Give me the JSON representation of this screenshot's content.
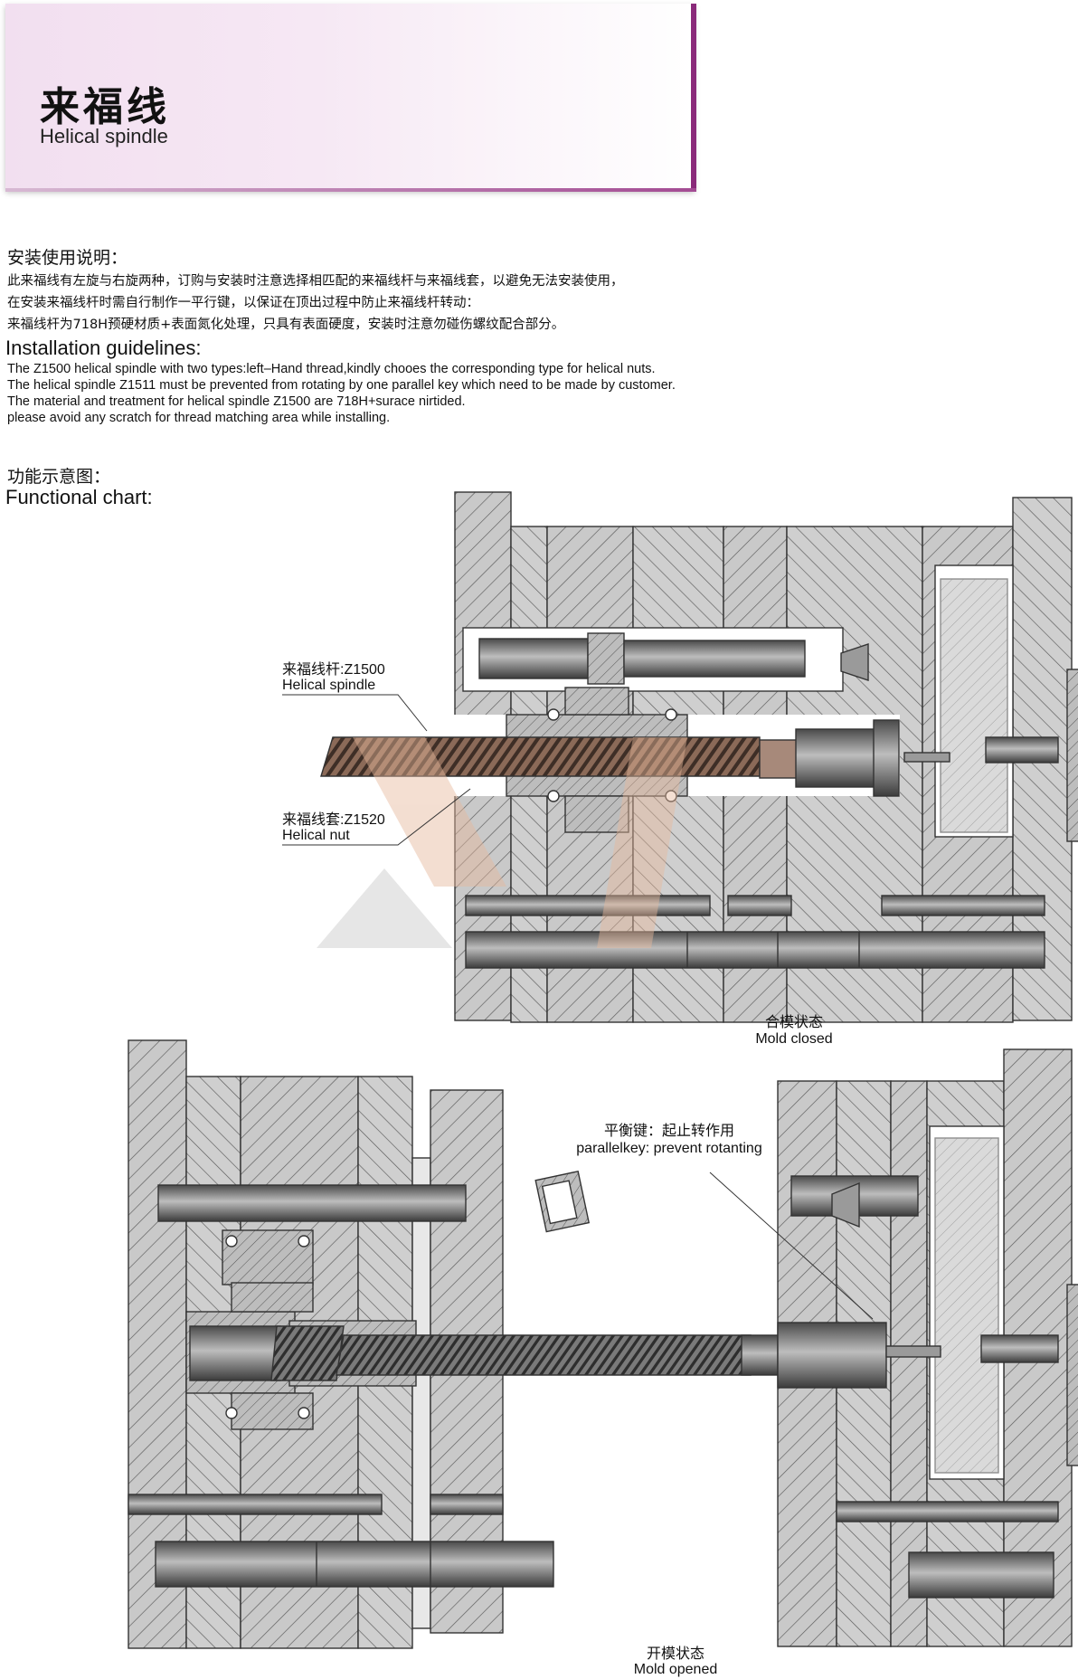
{
  "header": {
    "title_cn": "来福线",
    "title_en": "Helical spindle"
  },
  "install": {
    "heading_cn": "安装使用说明：",
    "lines_cn": [
      "此来福线有左旋与右旋两种，订购与安装时注意选择相匹配的来福线杆与来福线套，以避免无法安装使用，",
      "在安装来福线杆时需自行制作一平行键，以保证在顶出过程中防止来福线杆转动：",
      "来福线杆为718H预硬材质+表面氮化处理，只具有表面硬度，安装时注意勿碰伤螺纹配合部分。"
    ],
    "heading_en": "Installation guidelines:",
    "lines_en": [
      "The Z1500 helical spindle with two types:left–Hand thread,kindly chooes the corresponding type for helical nuts.",
      "The helical spindle Z1511 must be prevented from rotating by one parallel key which need to be made by customer.",
      "The material and treatment for helical spindle Z1500 are 718H+surace nirtided.",
      "please avoid any scratch for thread matching area while installing."
    ]
  },
  "function": {
    "heading_cn": "功能示意图：",
    "heading_en": "Functional chart:"
  },
  "diagram_top": {
    "spindle_label_cn": "来福线杆:Z1500",
    "spindle_label_en": "Helical spindle",
    "nut_label_cn": "来福线套:Z1520",
    "nut_label_en": "Helical nut",
    "caption_cn": "合模状态",
    "caption_en": "Mold closed"
  },
  "diagram_bottom": {
    "key_label_cn": "平衡键：起止转作用",
    "key_label_en": "parallelkey: prevent rotanting",
    "caption_cn": "开模状态",
    "caption_en": "Mold opened"
  },
  "colors": {
    "banner_accent": "#8a2a7a",
    "plate_fill": "#c9c9c9",
    "hatch": "#5a5a5a",
    "spindle_copper": "#8b6a58",
    "watermark": "#d8c8c4"
  }
}
